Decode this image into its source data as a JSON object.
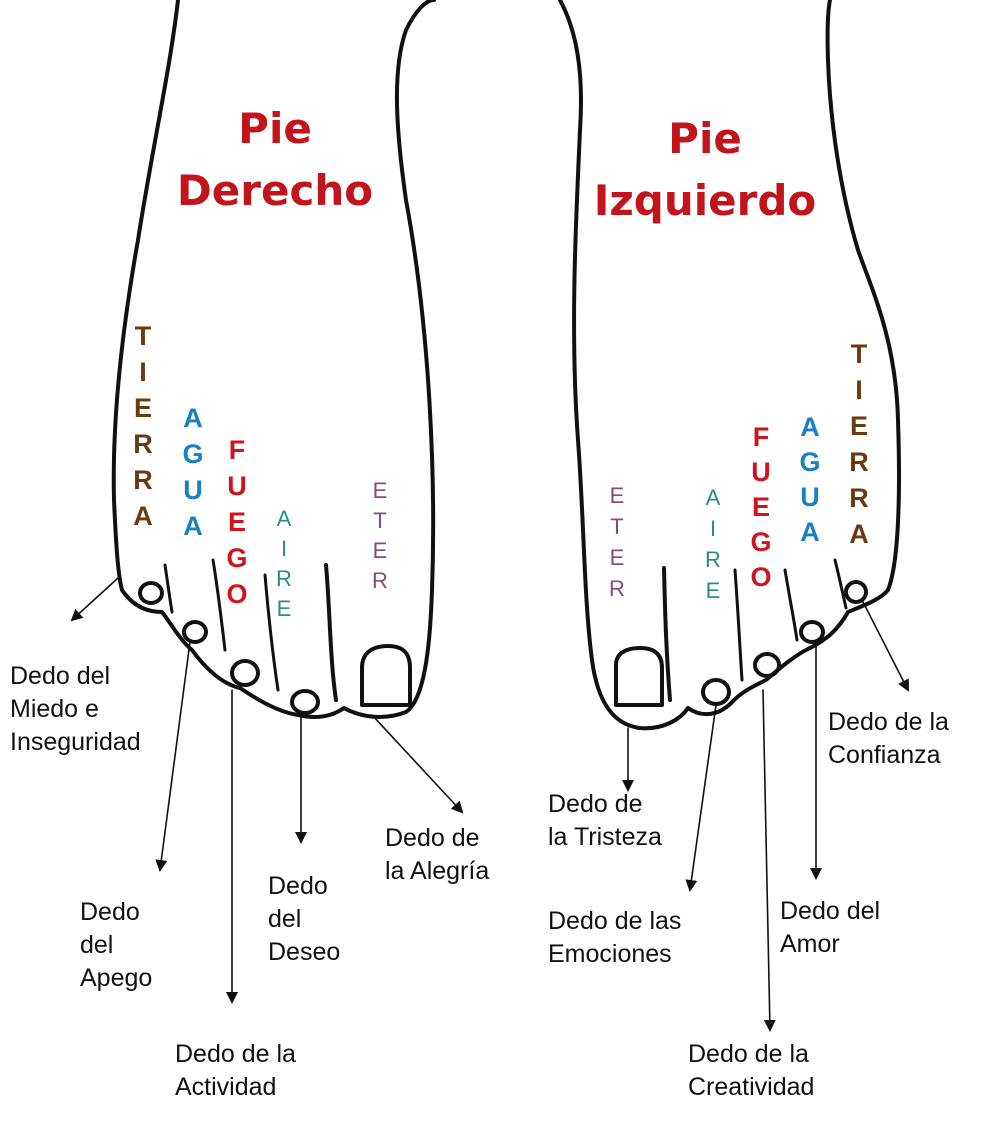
{
  "titles": {
    "right_foot": "Pie\nDerecho",
    "left_foot": "Pie\nIzquierdo"
  },
  "elements": {
    "tierra": "TIERRA",
    "agua": "AGUA",
    "fuego": "FUEGO",
    "aire": "AIRE",
    "eter": "ETER"
  },
  "labels": {
    "miedo": "Dedo del\nMiedo e\nInseguridad",
    "apego": "Dedo\ndel\nApego",
    "actividad": "Dedo de la\nActividad",
    "deseo": "Dedo\ndel\nDeseo",
    "alegria": "Dedo de\nla Alegría",
    "tristeza": "Dedo de\nla Tristeza",
    "emociones": "Dedo de las\nEmociones",
    "creatividad": "Dedo de la\nCreatividad",
    "amor": "Dedo del\nAmor",
    "confianza": "Dedo de la\nConfianza"
  },
  "colors": {
    "title": "#c1141b",
    "tierra": "#6b3a12",
    "agua": "#1b7fc4",
    "fuego": "#d0131d",
    "aire": "#2a8c86",
    "eter": "#8a4a7d",
    "outline": "#111111"
  }
}
